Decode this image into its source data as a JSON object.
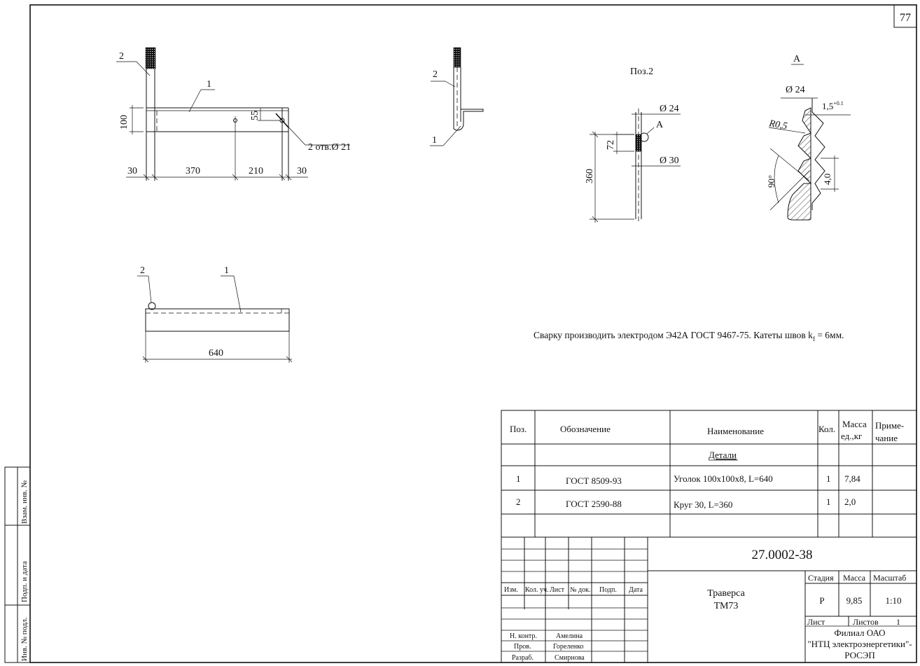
{
  "sheet_number": "77",
  "labels": {
    "pos1": "1",
    "pos2": "2",
    "pos2_title": "Поз.2",
    "view_a": "А",
    "holes": "2 отв.Ø 21"
  },
  "dims": {
    "d100": "100",
    "d55": "55",
    "d30a": "30",
    "d370": "370",
    "d210": "210",
    "d30b": "30",
    "d640": "640",
    "d360": "360",
    "d72": "72",
    "dia24": "Ø 24",
    "dia30": "Ø 30",
    "r05": "R0,5",
    "step": "1,5",
    "step_tol": "+0.1",
    "pitch": "4,0",
    "angle": "90°"
  },
  "note": {
    "main": "Сварку производить электродом Э42А ГОСТ 9467-75.  Катеты швов k",
    "sub": "f",
    "tail": " = 6мм."
  },
  "spec": {
    "headers": {
      "pos": "Поз.",
      "designation": "Обозначение",
      "name": "Наименование",
      "qty": "Кол.",
      "mass1": "Масса",
      "mass2": "ед.,кг",
      "note1": "Приме-",
      "note2": "чание"
    },
    "section": "Детали",
    "rows": [
      {
        "pos": "1",
        "designation": "ГОСТ 8509-93",
        "name": "Уголок 100х100х8, L=640",
        "qty": "1",
        "mass": "7,84"
      },
      {
        "pos": "2",
        "designation": "ГОСТ 2590-88",
        "name": "Круг 30, L=360",
        "qty": "1",
        "mass": "2,0"
      }
    ]
  },
  "title_block": {
    "code": "27.0002-38",
    "title1": "Траверса",
    "title2": "ТМ73",
    "col_headers": [
      "Изм.",
      "Кол. уч.",
      "Лист",
      "№ док.",
      "Подп.",
      "Дата"
    ],
    "roles": [
      {
        "role": "Н. контр.",
        "name": "Амелина"
      },
      {
        "role": "Пров.",
        "name": "Гореленко"
      },
      {
        "role": "Разраб.",
        "name": "Смирнова"
      }
    ],
    "stage_label": "Стадия",
    "mass_label": "Масса",
    "scale_label": "Масштаб",
    "stage": "Р",
    "mass": "9,85",
    "scale": "1:10",
    "sheet_label": "Лист",
    "sheets_label": "Листов",
    "sheets": "1",
    "org1": "Филиал ОАО",
    "org2": "\"НТЦ электроэнергетики\"-",
    "org3": "РОСЭП"
  },
  "side_stamp": {
    "vzam": "Взам. инв. №",
    "podp": "Подп. и дата",
    "inv": "Инв. № подл."
  }
}
